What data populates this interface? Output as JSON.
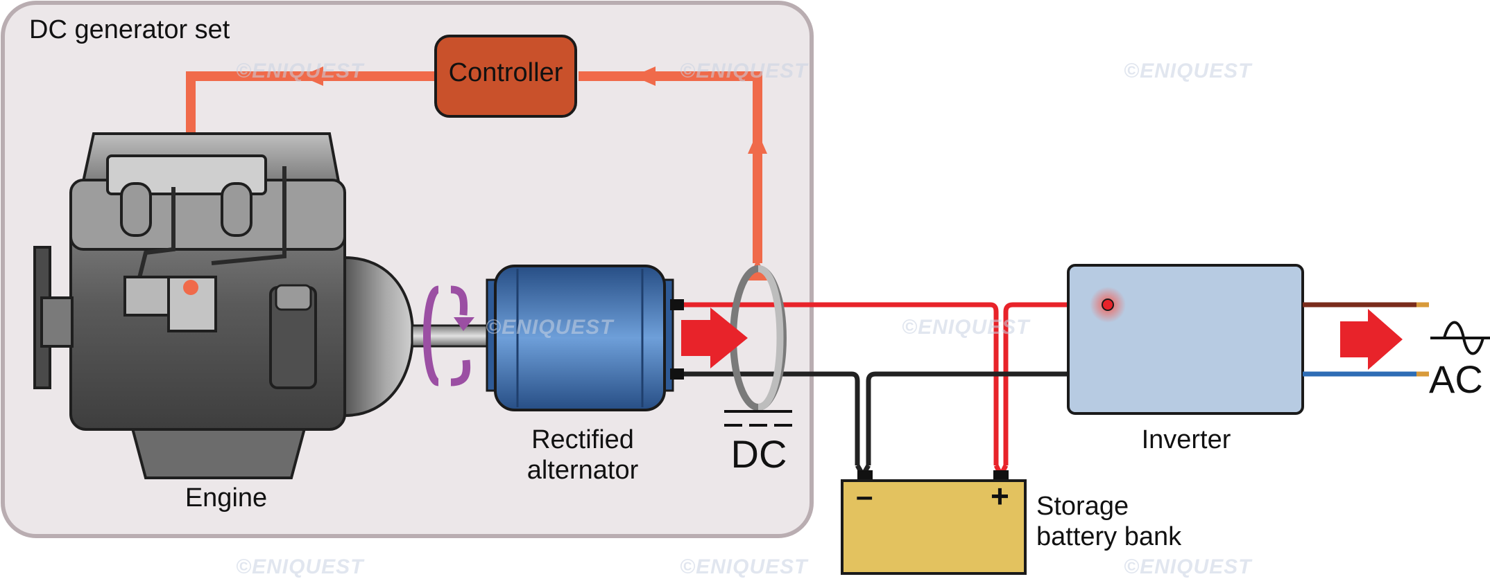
{
  "diagram": {
    "group_title": "DC generator set",
    "controller_label": "Controller",
    "engine_label": "Engine",
    "alternator_label_line1": "Rectified",
    "alternator_label_line2": "alternator",
    "dc_label": "DC",
    "inverter_label": "Inverter",
    "battery_label_line1": "Storage",
    "battery_label_line2": "battery bank",
    "battery_minus": "–",
    "battery_plus": "+",
    "ac_label": "AC",
    "watermark": "©ENIQUEST"
  },
  "colors": {
    "group_fill": "#ece7e9",
    "group_border": "#b9adb1",
    "control_line": "#f06a4a",
    "controller_fill": "#c9512b",
    "dc_positive": "#e8232a",
    "dc_negative": "#222222",
    "alternator_blue": "#4a7cc0",
    "engine_grey": "#6b6b6b",
    "rotation_purple": "#9b4fa3",
    "battery_fill": "#e3c25f",
    "inverter_fill": "#b7cbe2",
    "ac_brown": "#7a2c1c",
    "ac_blue": "#2e6db5",
    "flow_arrow_red": "#e8232a"
  }
}
